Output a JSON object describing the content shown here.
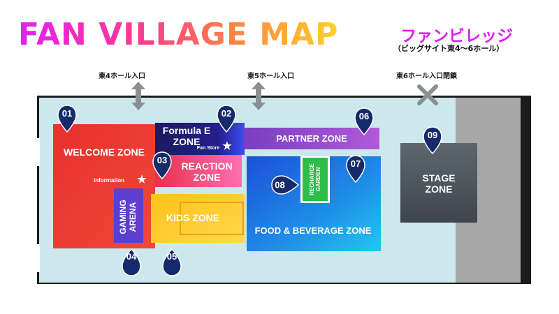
{
  "title": {
    "main": "FAN VILLAGE MAP",
    "jp": "ファンビレッジ",
    "sub": "（ビッグサイト東4〜6ホール）"
  },
  "entrances": [
    {
      "label": "東4ホール入口"
    },
    {
      "label": "東5ホール入口"
    },
    {
      "label": "東6ホール入口閉鎖"
    }
  ],
  "zones": {
    "welcome": "WELCOME ZONE",
    "information": "Information",
    "formula_e": "Formula E ZONE",
    "fan_store": "Fan Store",
    "reaction": "REACTION ZONE",
    "gaming": "GAMING ARENA",
    "kids": "KIDS ZONE",
    "partner": "PARTNER ZONE",
    "recharge": "RECHARGE GARDEN",
    "food": "FOOD & BEVERAGE ZONE",
    "stage": "STAGE ZONE"
  },
  "markers": [
    "01",
    "02",
    "03",
    "04",
    "05",
    "06",
    "07",
    "08",
    "09"
  ],
  "colors": {
    "navy": "#172a6b",
    "floor": "#c9e6ea",
    "stage_bg": "#9a9a9a"
  }
}
